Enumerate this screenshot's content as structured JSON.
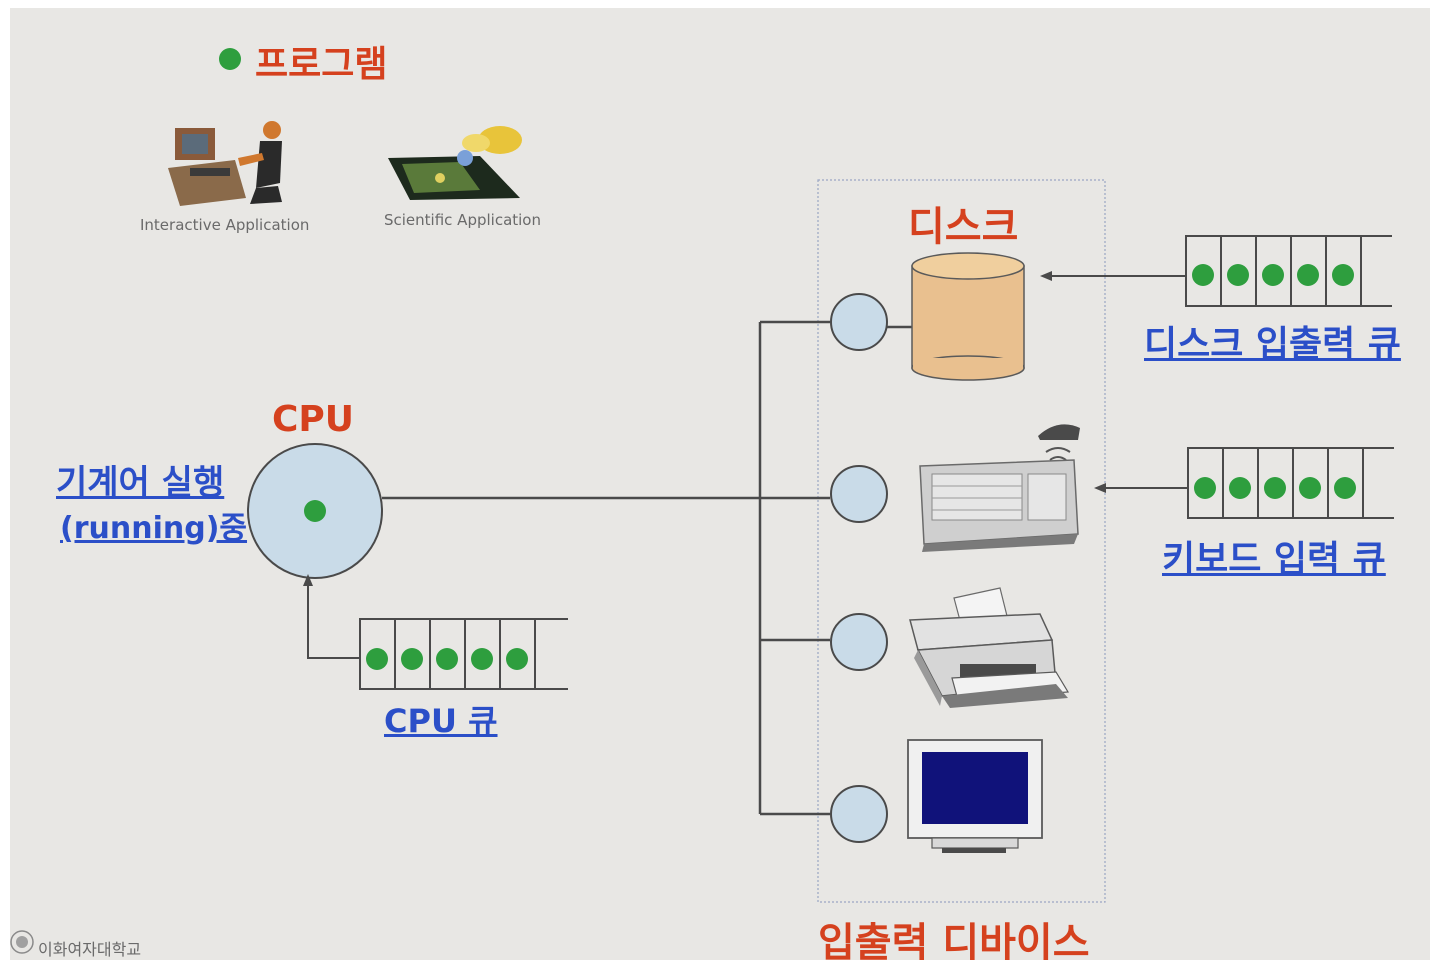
{
  "legend": {
    "label": "프로그램",
    "dot_color": "#2e9e3e"
  },
  "apps": {
    "interactive": "Interactive Application",
    "scientific": "Scientific Application"
  },
  "cpu": {
    "label": "CPU",
    "running_line1": "기계어 실행",
    "running_line2": "(running)중",
    "queue_label": "CPU 큐",
    "queue_count": 5
  },
  "io": {
    "box_label": "입출력 디바이스",
    "disk_label": "디스크",
    "disk_queue_label": "디스크 입출력 큐",
    "disk_queue_count": 5,
    "keyboard_queue_label": "키보드 입력 큐",
    "keyboard_queue_count": 5,
    "devices": [
      "disk-icon",
      "keyboard-icon",
      "printer-icon",
      "monitor-icon"
    ]
  },
  "footer": {
    "logo_text": "이화여자대학교"
  },
  "colors": {
    "accent_red": "#d5411e",
    "link_blue": "#2b4fc8",
    "node_fill": "#c9dbe8",
    "disk_fill": "#e9c08f",
    "process_green": "#2e9e3e"
  }
}
